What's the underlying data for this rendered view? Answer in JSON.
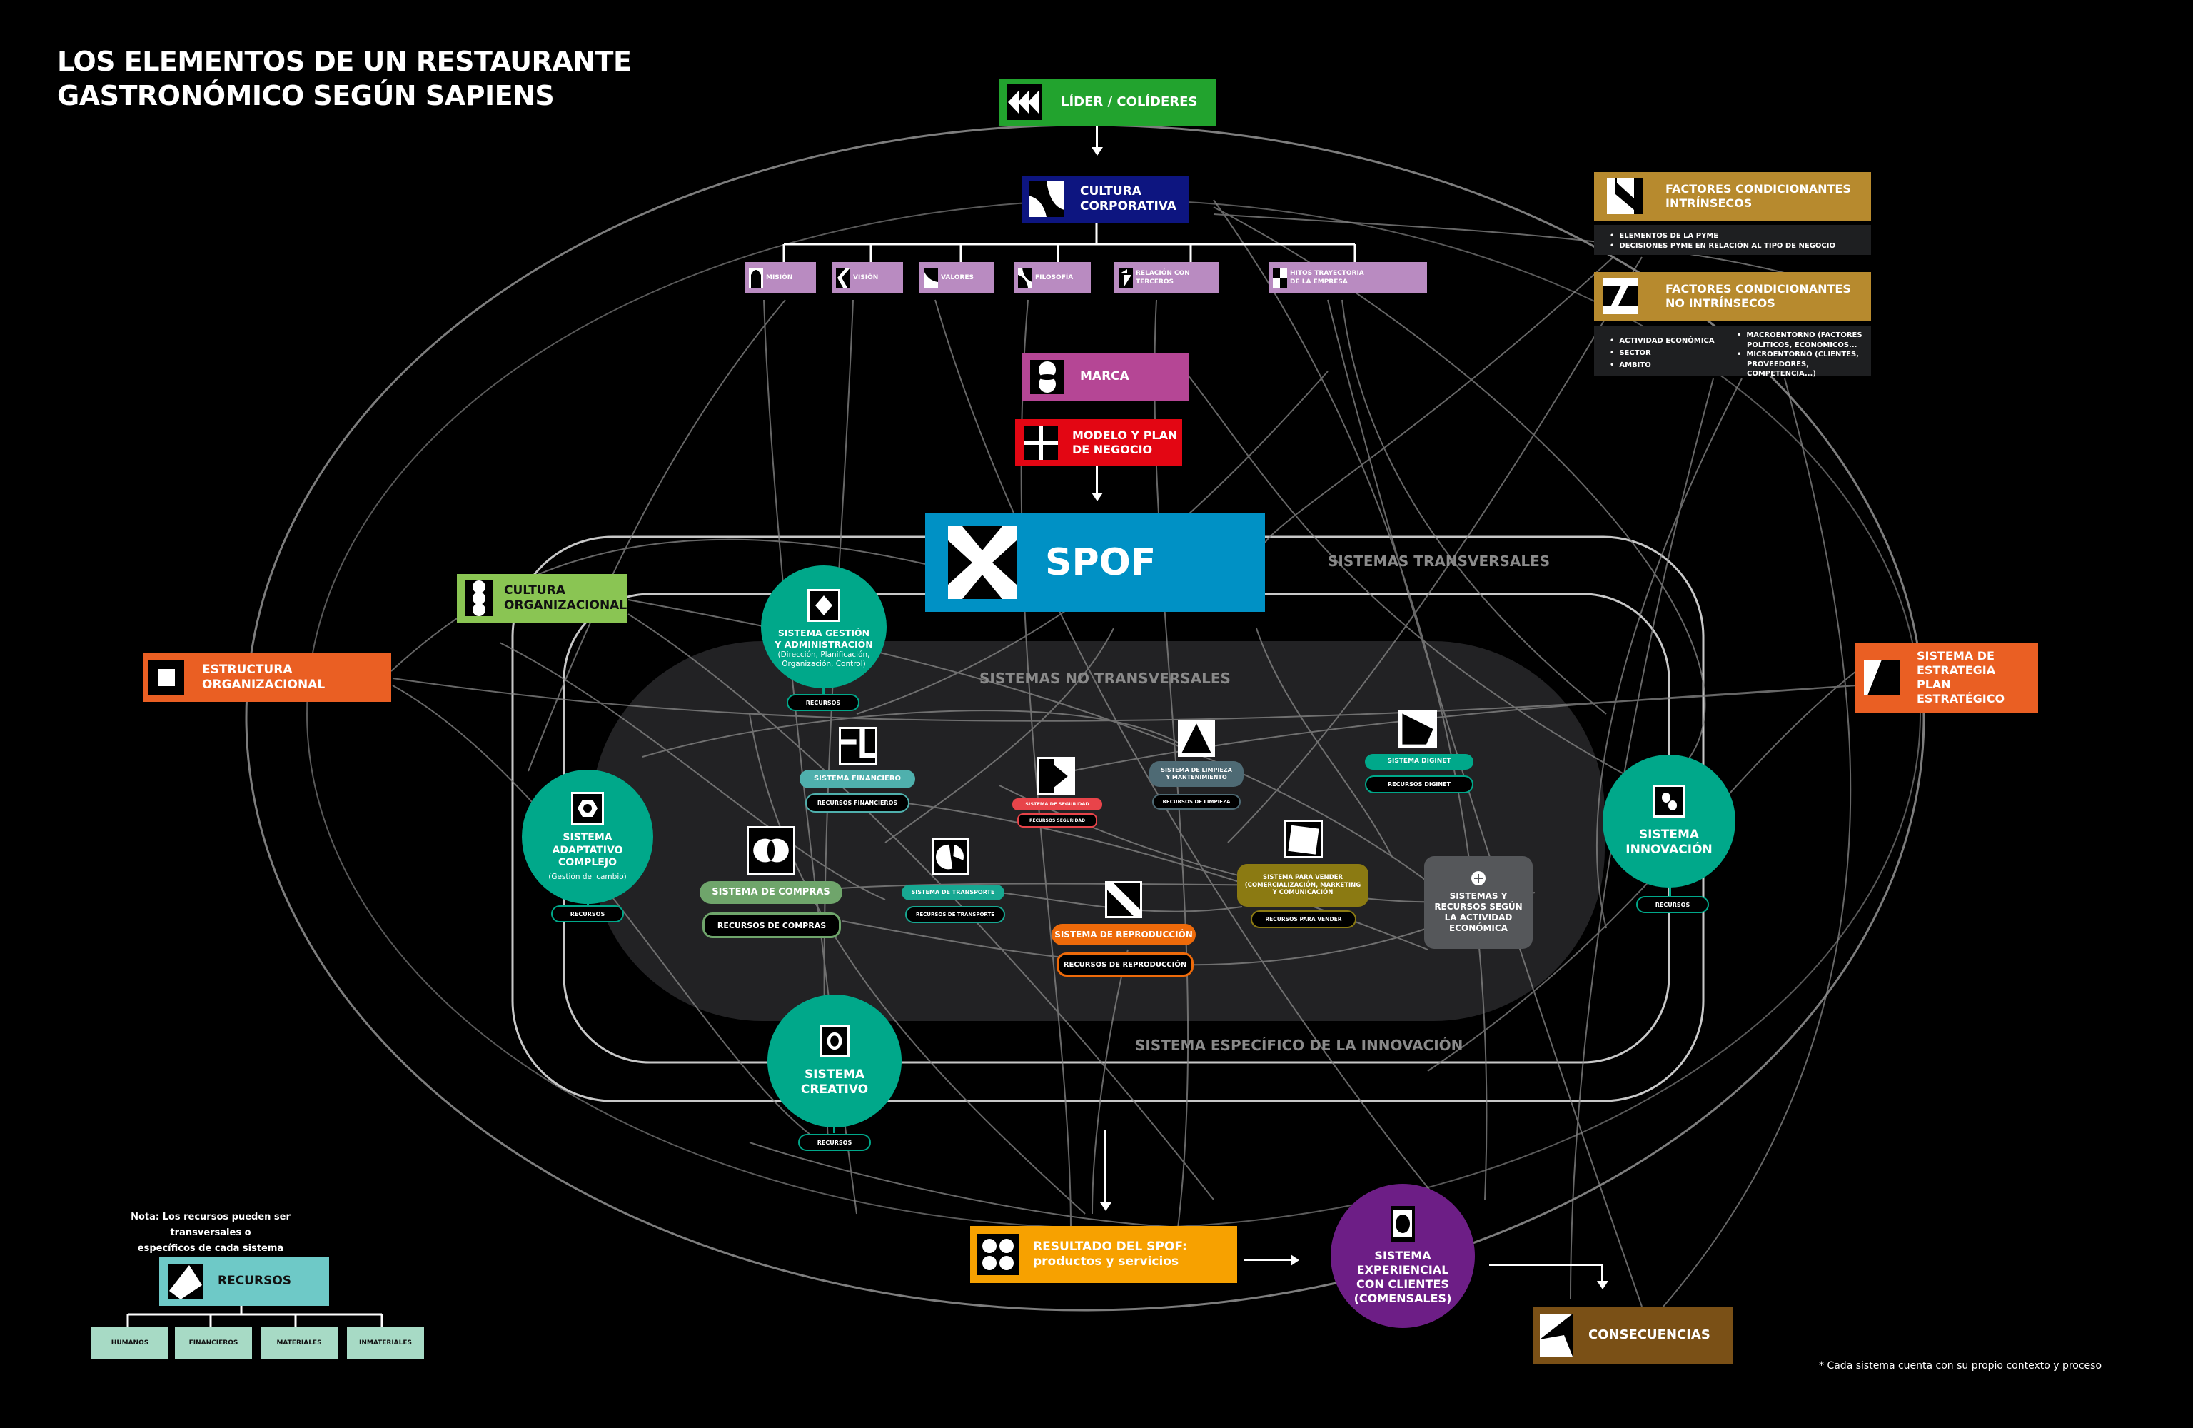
{
  "title": {
    "line1": "LOS ELEMENTOS DE UN RESTAURANTE",
    "line2": "GASTRONÓMICO SEGÚN SAPIENS"
  },
  "colors": {
    "background": "#000000",
    "lider": "#22a32e",
    "cultura_corporativa": "#0d1580",
    "values_boxes": "#b98bc1",
    "marca": "#b54695",
    "modelo": "#e30613",
    "spof": "#0091c5",
    "factores": "#b78a2e",
    "factores_detail": "#1e1f21",
    "cultura_organizacional": "#8ac553",
    "estructura": "#ea5f23",
    "estrategia": "#ea5f23",
    "teal_system": "#00a88a",
    "no_transversales_area": "#222224",
    "financiero": "#4fb0ad",
    "seguridad": "#e8444a",
    "limpieza": "#4e6a74",
    "diginet": "#00a88a",
    "compras": "#6fa56b",
    "transporte": "#17a892",
    "reproduccion": "#ee6a0a",
    "vender": "#8b7a12",
    "actividad": "#55575a",
    "resultado": "#f7a100",
    "experiencial": "#6d1e86",
    "consecuencias": "#7a5016",
    "recursos": "#6ec9c7",
    "recursos_children": "#a7dac5"
  },
  "top_chain": {
    "lider": {
      "label": "LÍDER / COLÍDERES",
      "icon": "triple-chevron-left-icon"
    },
    "cultura_corporativa": {
      "line1": "CULTURA",
      "line2": "CORPORATIVA",
      "icon": "curve-icon"
    },
    "values": [
      {
        "label": "MISIÓN",
        "icon": "arch-icon"
      },
      {
        "label": "VISIÓN",
        "icon": "k-shape-icon"
      },
      {
        "label": "VALORES",
        "icon": "wave-icon"
      },
      {
        "label": "FILOSOFÍA",
        "icon": "s-curve-icon"
      },
      {
        "label": "RELACIÓN CON TERCEROS",
        "icon": "pinwheel-icon"
      },
      {
        "label_line1": "HITOS TRAYECTORIA",
        "label_line2": "DE LA EMPRESA",
        "icon": "checker-icon"
      }
    ],
    "marca": {
      "label": "MARCA",
      "icon": "eye-circle-icon"
    },
    "modelo": {
      "line1": "MODELO Y PLAN",
      "line2": "DE NEGOCIO",
      "icon": "cross-icon"
    },
    "spof": {
      "label": "SPOF",
      "icon": "x-diamond-icon"
    }
  },
  "factores": {
    "intrinsecos": {
      "line1": "FACTORES CONDICIONANTES",
      "line2": "INTRÍNSECOS",
      "icon": "n-shape-icon",
      "items": [
        "ELEMENTOS DE LA PYME",
        "DECISIONES PYME EN RELACIÓN AL TIPO DE NEGOCIO"
      ]
    },
    "no_intrinsecos": {
      "line1": "FACTORES CONDICIONANTES",
      "line2": "NO INTRÍNSECOS",
      "icon": "z-shape-icon",
      "items_left": [
        "ACTIVIDAD ECONÓMICA",
        "SECTOR",
        "ÁMBITO"
      ],
      "items_right": [
        {
          "line1": "MACROENTORNO (FACTORES",
          "line2": "POLÍTICOS, ECONÓMICOS..."
        },
        {
          "line1": "MICROENTORNO (CLIENTES,",
          "line2": "PROVEEDORES, COMPETENCIA...)"
        }
      ]
    }
  },
  "side_boxes": {
    "cultura_organizacional": {
      "line1": "CULTURA",
      "line2": "ORGANIZACIONAL",
      "icon": "stacked-circles-icon"
    },
    "estructura": {
      "label": "ESTRUCTURA ORGANIZACIONAL",
      "icon": "square-icon"
    },
    "estrategia": {
      "line1": "SISTEMA DE",
      "line2": "ESTRATEGIA",
      "line3": "PLAN ESTRATÉGICO",
      "icon": "skewed-quad-icon"
    }
  },
  "region_labels": {
    "transversales": "SISTEMAS TRANSVERSALES",
    "no_transversales": "SISTEMAS NO TRANSVERSALES",
    "innovacion": "SISTEMA ESPECÍFICO DE LA INNOVACIÓN"
  },
  "circle_systems": {
    "gestion": {
      "line1": "SISTEMA GESTIÓN",
      "line2": "Y ADMINISTRACIÓN",
      "sub1": "(Dirección, Planificación,",
      "sub2": "Organización, Control)",
      "resource": "RECURSOS",
      "icon": "diamond-icon"
    },
    "adaptativo": {
      "line1": "SISTEMA",
      "line2": "ADAPTATIVO",
      "line3": "COMPLEJO",
      "sub": "(Gestión del cambio)",
      "resource": "RECURSOS",
      "icon": "hexagon-nut-icon"
    },
    "innovacion": {
      "line1": "SISTEMA",
      "line2": "INNOVACIÓN",
      "resource": "RECURSOS",
      "icon": "two-dots-icon"
    },
    "creativo": {
      "line1": "SISTEMA",
      "line2": "CREATIVO",
      "resource": "RECURSOS",
      "icon": "ring-icon"
    }
  },
  "inner_systems": {
    "financiero": {
      "label": "SISTEMA FINANCIERO",
      "resource": "RECURSOS FINANCIEROS",
      "icon": "l-blocks-icon"
    },
    "seguridad": {
      "label": "SISTEMA DE SEGURIDAD",
      "resource": "RECURSOS SEGURIDAD",
      "icon": "play-arrow-icon"
    },
    "limpieza": {
      "line1": "SISTEMA DE LIMPIEZA",
      "line2": "Y MANTENIMIENTO",
      "resource": "RECURSOS DE LIMPIEZA",
      "icon": "triangle-icon"
    },
    "diginet": {
      "label": "SISTEMA DIGINET",
      "resource": "RECURSOS DIGINET",
      "icon": "pentagon-icon"
    },
    "compras": {
      "label": "SISTEMA DE COMPRAS",
      "resource": "RECURSOS DE COMPRAS",
      "icon": "lens-circles-icon"
    },
    "transporte": {
      "label": "SISTEMA DE TRANSPORTE",
      "resource": "RECURSOS DE TRANSPORTE",
      "icon": "pie-icon"
    },
    "reproduccion": {
      "label": "SISTEMA DE REPRODUCCIÓN",
      "resource": "RECURSOS DE REPRODUCCIÓN",
      "icon": "diagonal-band-icon"
    },
    "vender": {
      "line1": "SISTEMA PARA VENDER",
      "line2": "(COMERCIALIZACIÓN, MARKETING",
      "line3": "Y COMUNICACIÓN",
      "resource": "RECURSOS PARA VENDER",
      "icon": "rotated-square-icon"
    },
    "actividad": {
      "line1": "SISTEMAS Y",
      "line2": "RECURSOS SEGÚN",
      "line3": "LA ACTIVIDAD",
      "line4": "ECONÓMICA",
      "icon": "plus-circle-icon"
    }
  },
  "outputs": {
    "resultado": {
      "line1": "RESULTADO DEL SPOF:",
      "line2": "productos y servicios",
      "icon": "four-dots-icon"
    },
    "experiencial": {
      "line1": "SISTEMA",
      "line2": "EXPERIENCIAL",
      "line3": "CON CLIENTES",
      "line4": "(COMENSALES)",
      "icon": "oval-icon"
    },
    "consecuencias": {
      "label": "CONSECUENCIAS",
      "icon": "arrow-shape-icon"
    }
  },
  "legend": {
    "note_line1": "Nota: Los recursos pueden ser transversales o",
    "note_line2": "específicos de cada sistema",
    "recursos": {
      "label": "RECURSOS",
      "icon": "tilted-rect-icon"
    },
    "children": [
      "HUMANOS",
      "FINANCIEROS",
      "MATERIALES",
      "INMATERIALES"
    ]
  },
  "footnote": "* Cada sistema cuenta con su propio contexto y proceso"
}
